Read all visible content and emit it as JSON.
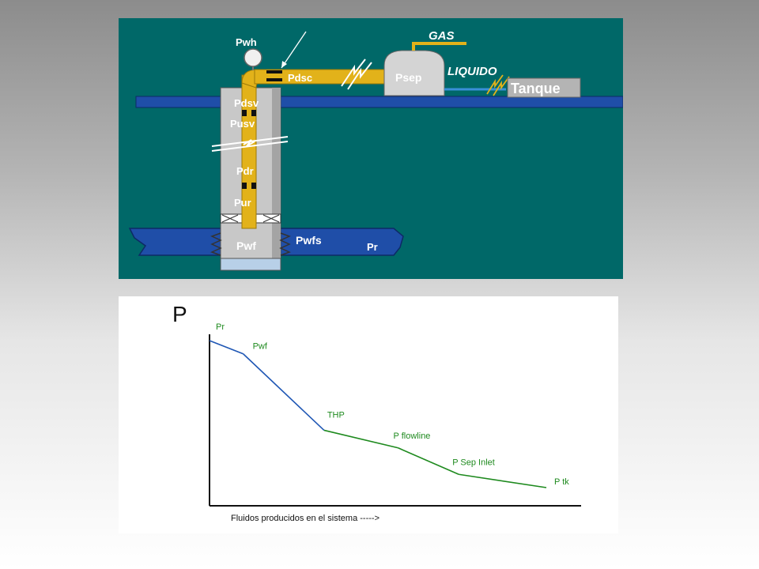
{
  "diagram": {
    "labels": {
      "pwh": "Pwh",
      "pdsc": "Pdsc",
      "psep": "Psep",
      "gas": "GAS",
      "liquido": "LIQUIDO",
      "tanque": "Tanque",
      "pdsv": "Pdsv",
      "pusv": "Pusv",
      "pdr": "Pdr",
      "pur": "Pur",
      "pwf": "Pwf",
      "pwfs": "Pwfs",
      "pr": "Pr"
    },
    "colors": {
      "background": "#006868",
      "ground": "#1f4ea8",
      "reservoir": "#1f4ea8",
      "tubing": "#e2b21a",
      "casing": "#c8c8c8",
      "gas_line": "#e2b21a",
      "liquid_line": "#3a8fd8"
    }
  },
  "chart": {
    "y_axis_title": "P",
    "x_axis_title": "Fluidos producidos en el sistema ----->",
    "colors": {
      "upper_segment": "#1e56b4",
      "lower_segment": "#1e8a1e"
    }
  },
  "chart_data": {
    "type": "line",
    "title": "",
    "xlabel": "Fluidos producidos en el sistema ----->",
    "ylabel": "P",
    "points": [
      {
        "label": "Pr",
        "x": 0,
        "y": 100
      },
      {
        "label": "Pwf",
        "x": 10,
        "y": 91
      },
      {
        "label": "THP",
        "x": 34,
        "y": 39
      },
      {
        "label": "P flowline",
        "x": 56,
        "y": 27
      },
      {
        "label": "P Sep Inlet",
        "x": 74,
        "y": 9
      },
      {
        "label": "P tk",
        "x": 100,
        "y": 0
      }
    ],
    "xlim": [
      0,
      100
    ],
    "ylim": [
      0,
      100
    ],
    "grid": false,
    "legend": "none"
  }
}
